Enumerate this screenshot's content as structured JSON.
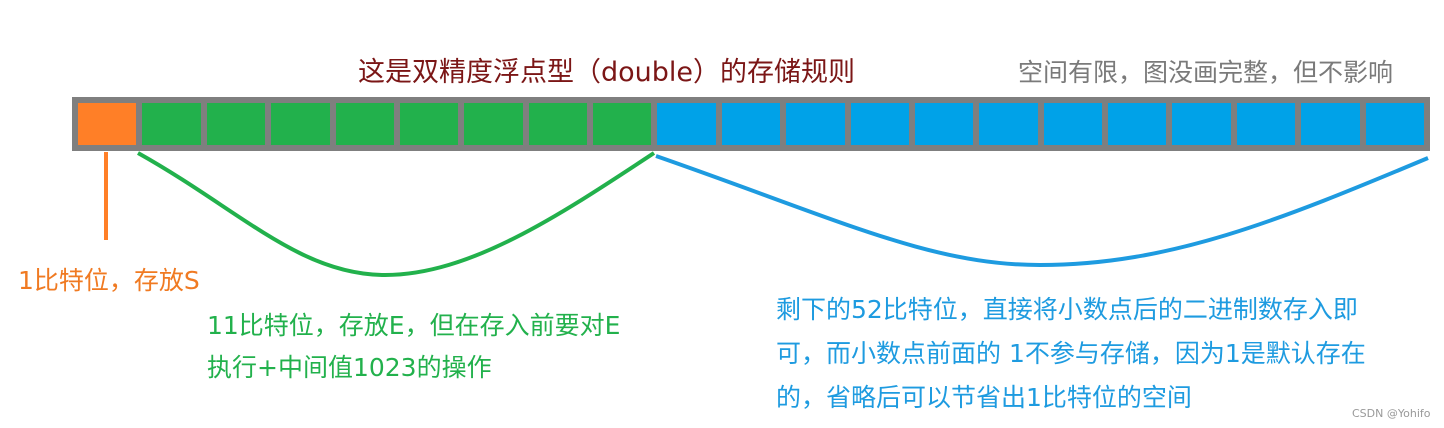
{
  "title": "这是双精度浮点型（double）的存储规则",
  "note": "空间有限，图没画完整，但不影响",
  "bar": {
    "sign_cells": 1,
    "exponent_cells": 8,
    "mantissa_cells": 12
  },
  "colors": {
    "sign": "#ff7f27",
    "exponent": "#22b14c",
    "mantissa": "#00a2e8",
    "frame": "#7f7f7f",
    "title": "#7b1616"
  },
  "labels": {
    "sign": "1比特位，存放S",
    "exponent_line1": "11比特位，存放E，但在存入前要对E",
    "exponent_line2": "执行+中间值1023的操作",
    "mantissa_line1": "剩下的52比特位，直接将小数点后的二进制数存入即",
    "mantissa_line2": "可，而小数点前面的 1不参与存储，因为1是默认存在",
    "mantissa_line3": "的，省略后可以节省出1比特位的空间"
  },
  "watermark": "CSDN @Yohifo"
}
